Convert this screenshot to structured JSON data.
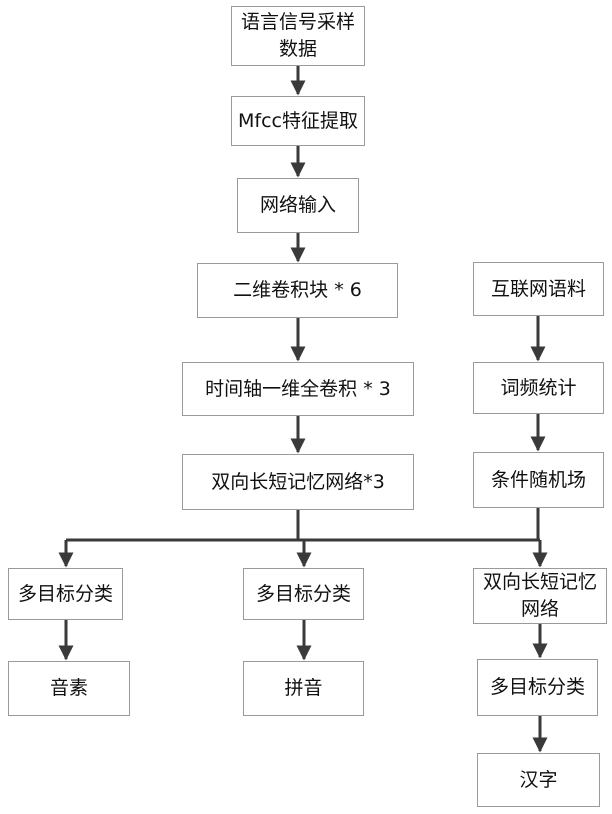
{
  "nodes": {
    "sampling": "语言信号采样数据",
    "mfcc": "Mfcc特征提取",
    "net_input": "网络输入",
    "conv2d": "二维卷积块 * 6",
    "conv1d": "时间轴一维全卷积 * 3",
    "bilstm": "双向长短记忆网络*3",
    "corpus": "互联网语料",
    "word_freq": "词频统计",
    "crf": "条件随机场",
    "cls_phoneme": "多目标分类",
    "cls_pinyin": "多目标分类",
    "bilstm2": "双向长短记忆网络",
    "phoneme": "音素",
    "pinyin": "拼音",
    "cls_hanzi": "多目标分类",
    "hanzi": "汉字"
  },
  "colors": {
    "box_border": "#9a9a9a",
    "connector": "#3a3a3a",
    "text": "#111111"
  }
}
